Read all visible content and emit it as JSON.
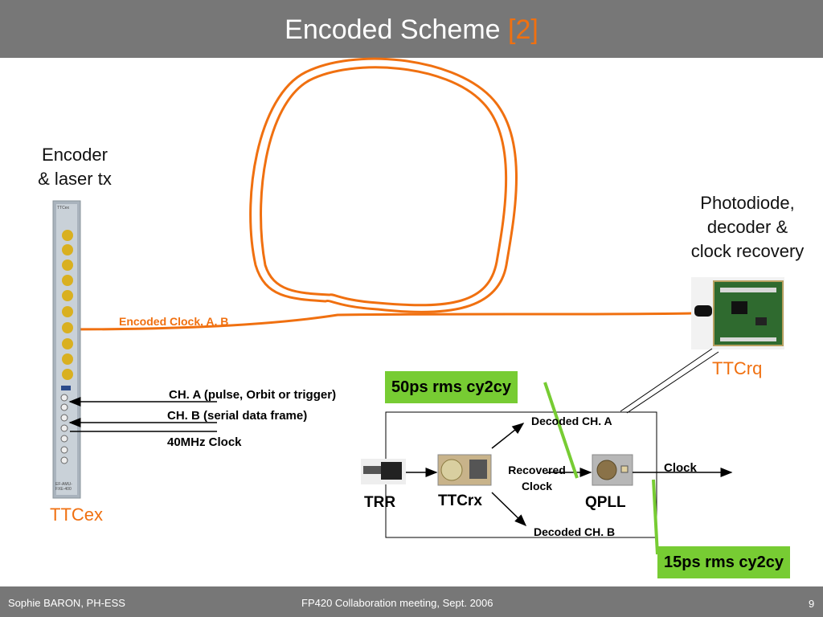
{
  "header": {
    "title": "Encoded Scheme",
    "ref": "[2]"
  },
  "left": {
    "encoder_line1": "Encoder",
    "encoder_line2": "& laser tx",
    "board_label": "TTCex",
    "board_tag": "TTCex",
    "board_tag2": "EF-AMU-FXE-400"
  },
  "right": {
    "photo_line1": "Photodiode,",
    "photo_line2": "decoder &",
    "photo_line3": "clock recovery",
    "board_label": "TTCrq"
  },
  "fiber": {
    "label": "Encoded Clock, A, B"
  },
  "signals": {
    "ch_a": "CH. A (pulse, Orbit or trigger)",
    "ch_b": "CH. B (serial data frame)",
    "clock": "40MHz Clock"
  },
  "jitter": {
    "top": "50ps rms cy2cy",
    "bottom": "15ps rms cy2cy"
  },
  "block": {
    "trr": "TRR",
    "ttcrx": "TTCrx",
    "qpll": "QPLL",
    "decoded_a": "Decoded CH. A",
    "decoded_b": "Decoded CH. B",
    "recovered1": "Recovered",
    "recovered2": "Clock",
    "clock_out": "Clock"
  },
  "footer": {
    "author": "Sophie BARON, PH-ESS",
    "event": "FP420 Collaboration meeting, Sept. 2006",
    "page": "9"
  },
  "colors": {
    "accent": "#f07010",
    "green": "#77cc33",
    "bar": "#777777"
  }
}
